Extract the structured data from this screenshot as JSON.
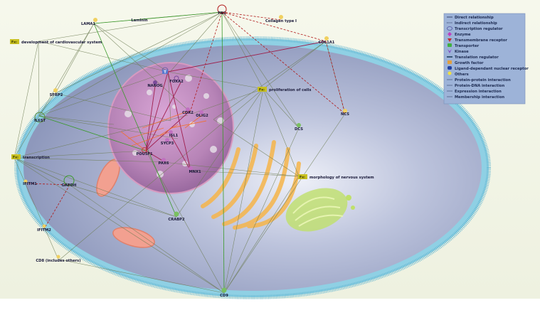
{
  "legend": {
    "items": [
      {
        "label": "Direct relationship",
        "icon": "solid-line-icon"
      },
      {
        "label": "Indirect relationship",
        "icon": "dashed-line-icon"
      },
      {
        "label": "Transcription regulator",
        "icon": "transcription-regulator-icon"
      },
      {
        "label": "Enzyme",
        "icon": "enzyme-icon"
      },
      {
        "label": "Transmembrane receptor",
        "icon": "transmembrane-receptor-icon"
      },
      {
        "label": "Transporter",
        "icon": "transporter-icon"
      },
      {
        "label": "Kinase",
        "icon": "kinase-icon"
      },
      {
        "label": "Translation regulator",
        "icon": "translation-regulator-icon"
      },
      {
        "label": "Growth factor",
        "icon": "growth-factor-icon"
      },
      {
        "label": "Ligand-dependant nuclear receptor",
        "icon": "nuclear-receptor-icon"
      },
      {
        "label": "Others",
        "icon": "others-icon"
      },
      {
        "label": "Protein-protein interaction",
        "icon": "ppi-line-icon"
      },
      {
        "label": "Protein-DNA interaction",
        "icon": "pdi-line-icon"
      },
      {
        "label": "Expression interaction",
        "icon": "expression-line-icon"
      },
      {
        "label": "Membership interaction",
        "icon": "membership-line-icon"
      }
    ]
  },
  "nodes": [
    {
      "id": "fn1",
      "label": "FN1"
    },
    {
      "id": "lama1",
      "label": "LAMA1"
    },
    {
      "id": "laminin",
      "label": "Laminin"
    },
    {
      "id": "collagen",
      "label": "Collagen type I"
    },
    {
      "id": "col1a1",
      "label": "COL1A1"
    },
    {
      "id": "sfrp2",
      "label": "SFRP2"
    },
    {
      "id": "il6st",
      "label": "IL6ST"
    },
    {
      "id": "t",
      "label": "T"
    },
    {
      "id": "nanog",
      "label": "NANOG"
    },
    {
      "id": "foxa2",
      "label": "FOXA2"
    },
    {
      "id": "cdx2",
      "label": "CDX2"
    },
    {
      "id": "olig2",
      "label": "OLIG2"
    },
    {
      "id": "isl1",
      "label": "ISL1"
    },
    {
      "id": "sycp3",
      "label": "SYCP3"
    },
    {
      "id": "pou5f1",
      "label": "POU5F1"
    },
    {
      "id": "pax6",
      "label": "PAX6"
    },
    {
      "id": "mnx1",
      "label": "MNX1"
    },
    {
      "id": "ncs",
      "label": "NCS"
    },
    {
      "id": "dcs",
      "label": "DCS"
    },
    {
      "id": "ifitm1",
      "label": "IFITM1"
    },
    {
      "id": "gapdh",
      "label": "GAPDH"
    },
    {
      "id": "ifitm2",
      "label": "IFITM2"
    },
    {
      "id": "crabp2",
      "label": "CRABP2"
    },
    {
      "id": "cd9",
      "label": "CD9"
    },
    {
      "id": "cd8",
      "label": "CD8 (includes others)"
    }
  ],
  "functions": [
    {
      "id": "cardio",
      "badge": "Fx:",
      "label": "development of cardiovascular system"
    },
    {
      "id": "prolif",
      "badge": "Fx:",
      "label": "proliferation of cells"
    },
    {
      "id": "transcr",
      "badge": "Fx:",
      "label": "transcription"
    },
    {
      "id": "morph",
      "badge": "Fx:",
      "label": "morphology of nervous system"
    }
  ],
  "colors": {
    "direct": "#3a7a2a",
    "indirect": "#b01818",
    "nucleus": "#b98aba",
    "cell_body": "#a9b2cf",
    "membrane": "#8fd0e4",
    "fx_badge": "#c8c020",
    "legend_bg": "#9db3d8"
  }
}
